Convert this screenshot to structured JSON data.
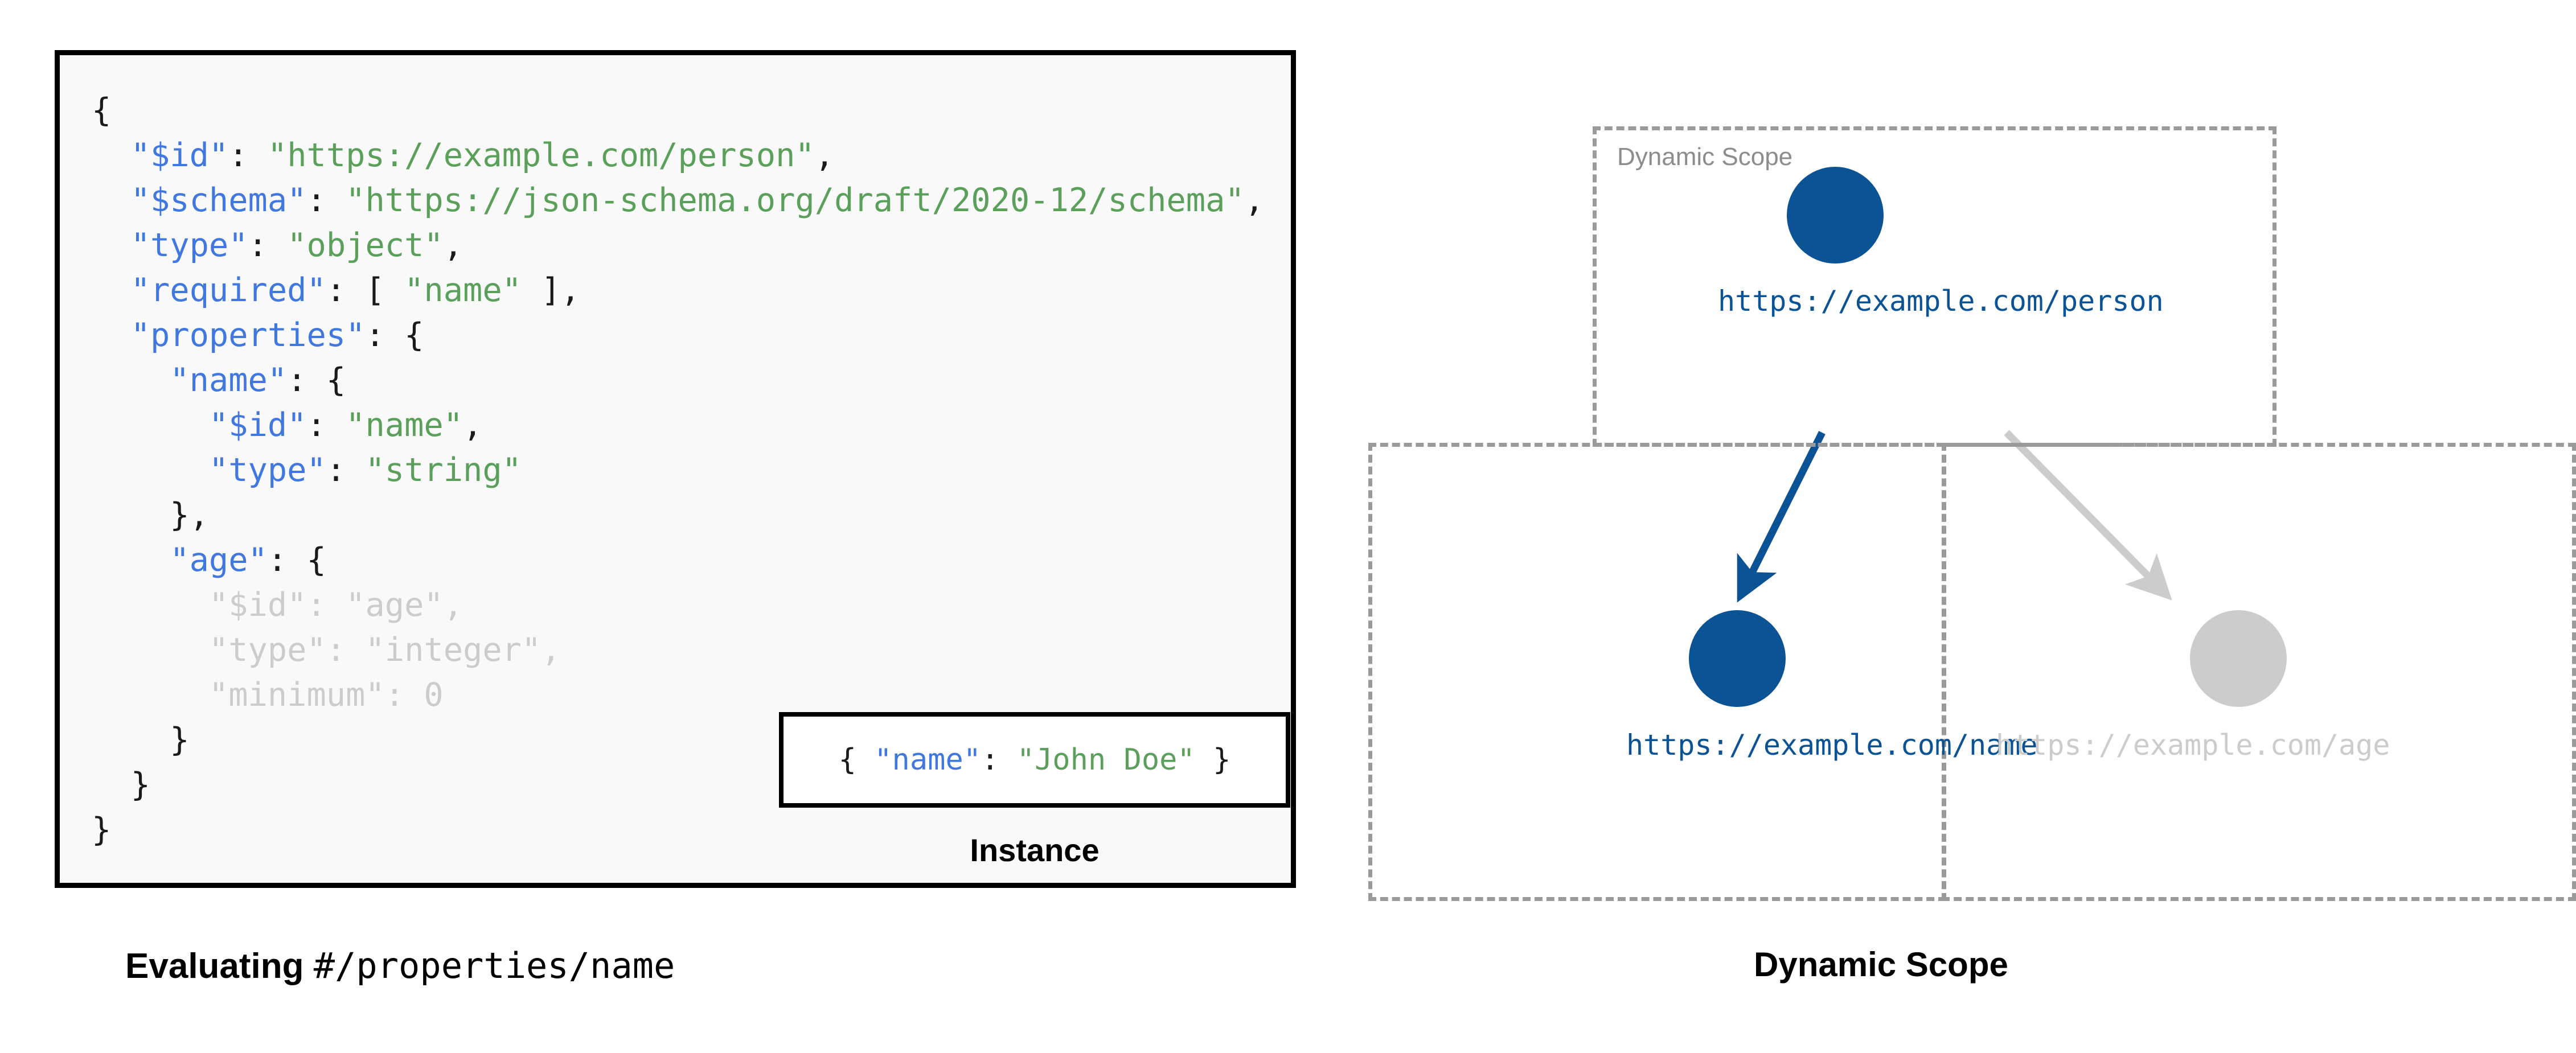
{
  "left_panel": {
    "caption_bold": "Evaluating ",
    "caption_mono": "#/properties/name",
    "schema_lines": [
      [
        {
          "t": "{",
          "c": "p"
        }
      ],
      [
        {
          "t": "  ",
          "c": "p"
        },
        {
          "t": "\"$id\"",
          "c": "k"
        },
        {
          "t": ": ",
          "c": "p"
        },
        {
          "t": "\"https://example.com/person\"",
          "c": "s"
        },
        {
          "t": ",",
          "c": "p"
        }
      ],
      [
        {
          "t": "  ",
          "c": "p"
        },
        {
          "t": "\"$schema\"",
          "c": "k"
        },
        {
          "t": ": ",
          "c": "p"
        },
        {
          "t": "\"https://json-schema.org/draft/2020-12/schema\"",
          "c": "s"
        },
        {
          "t": ",",
          "c": "p"
        }
      ],
      [
        {
          "t": "  ",
          "c": "p"
        },
        {
          "t": "\"type\"",
          "c": "k"
        },
        {
          "t": ": ",
          "c": "p"
        },
        {
          "t": "\"object\"",
          "c": "s"
        },
        {
          "t": ",",
          "c": "p"
        }
      ],
      [
        {
          "t": "  ",
          "c": "p"
        },
        {
          "t": "\"required\"",
          "c": "k"
        },
        {
          "t": ": [ ",
          "c": "p"
        },
        {
          "t": "\"name\"",
          "c": "s"
        },
        {
          "t": " ],",
          "c": "p"
        }
      ],
      [
        {
          "t": "  ",
          "c": "p"
        },
        {
          "t": "\"properties\"",
          "c": "k"
        },
        {
          "t": ": {",
          "c": "p"
        }
      ],
      [
        {
          "t": "    ",
          "c": "p"
        },
        {
          "t": "\"name\"",
          "c": "k"
        },
        {
          "t": ": {",
          "c": "p"
        }
      ],
      [
        {
          "t": "      ",
          "c": "p"
        },
        {
          "t": "\"$id\"",
          "c": "k"
        },
        {
          "t": ": ",
          "c": "p"
        },
        {
          "t": "\"name\"",
          "c": "s"
        },
        {
          "t": ",",
          "c": "p"
        }
      ],
      [
        {
          "t": "      ",
          "c": "p"
        },
        {
          "t": "\"type\"",
          "c": "k"
        },
        {
          "t": ": ",
          "c": "p"
        },
        {
          "t": "\"string\"",
          "c": "s"
        }
      ],
      [
        {
          "t": "    },",
          "c": "p"
        }
      ],
      [
        {
          "t": "    ",
          "c": "p"
        },
        {
          "t": "\"age\"",
          "c": "k"
        },
        {
          "t": ": {",
          "c": "p"
        }
      ],
      [
        {
          "t": "      ",
          "c": "pd"
        },
        {
          "t": "\"$id\"",
          "c": "kd"
        },
        {
          "t": ": ",
          "c": "pd"
        },
        {
          "t": "\"age\"",
          "c": "sd"
        },
        {
          "t": ",",
          "c": "pd"
        }
      ],
      [
        {
          "t": "      ",
          "c": "pd"
        },
        {
          "t": "\"type\"",
          "c": "kd"
        },
        {
          "t": ": ",
          "c": "pd"
        },
        {
          "t": "\"integer\"",
          "c": "sd"
        },
        {
          "t": ",",
          "c": "pd"
        }
      ],
      [
        {
          "t": "      ",
          "c": "pd"
        },
        {
          "t": "\"minimum\"",
          "c": "kd"
        },
        {
          "t": ": 0",
          "c": "pd"
        }
      ],
      [
        {
          "t": "    }",
          "c": "p"
        }
      ],
      [
        {
          "t": "  }",
          "c": "p"
        }
      ],
      [
        {
          "t": "}",
          "c": "p"
        }
      ]
    ],
    "instance": {
      "line": [
        {
          "t": "{ ",
          "c": "p"
        },
        {
          "t": "\"name\"",
          "c": "k"
        },
        {
          "t": ": ",
          "c": "p"
        },
        {
          "t": "\"John Doe\"",
          "c": "s"
        },
        {
          "t": " }",
          "c": "p"
        }
      ],
      "caption": "Instance"
    }
  },
  "right_panel": {
    "caption": "Dynamic Scope",
    "scope_box_label": "Dynamic Scope",
    "nodes": [
      {
        "id": "person",
        "label": "https://example.com/person",
        "state": "active",
        "color": "#0b5394"
      },
      {
        "id": "name",
        "label": "https://example.com/name",
        "state": "active",
        "color": "#0b5394"
      },
      {
        "id": "age",
        "label": "https://example.com/age",
        "state": "dimmed",
        "color": "#cccccc"
      }
    ],
    "edges": [
      {
        "from": "person",
        "to": "name",
        "state": "active",
        "color": "#0b5394"
      },
      {
        "from": "person",
        "to": "age",
        "state": "dimmed",
        "color": "#cccccc"
      }
    ]
  },
  "colors": {
    "accent_blue": "#0b5394",
    "dim_grey": "#cccccc",
    "dash_grey": "#9a9a9a",
    "key_blue": "#4178e0",
    "string_green": "#5aa05a",
    "code_bg": "#f9f9f9"
  }
}
